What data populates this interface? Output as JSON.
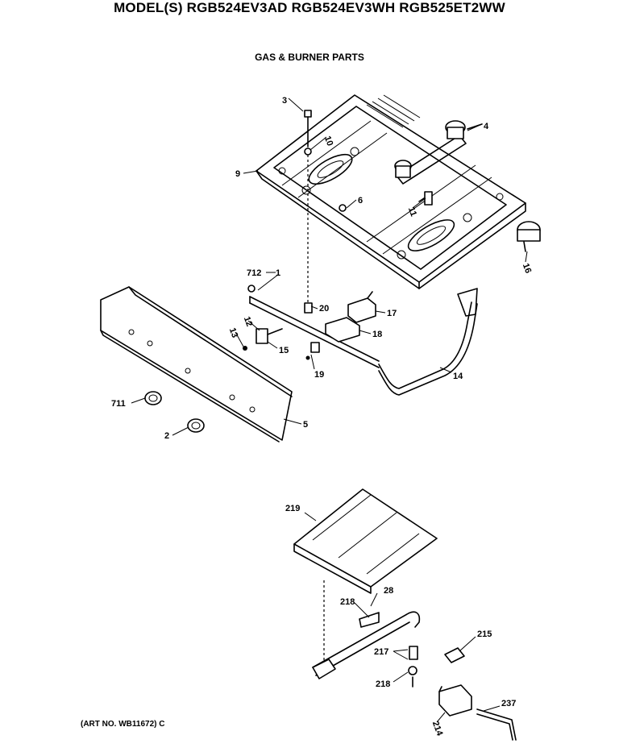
{
  "header": {
    "title": "MODEL(S) RGB524EV3AD  RGB524EV3WH  RGB525ET2WW",
    "subtitle": "GAS & BURNER PARTS"
  },
  "footer": {
    "art_no": "(ART NO. WB11672) C"
  },
  "callouts": {
    "c3": "3",
    "c4": "4",
    "c10": "10",
    "c9": "9",
    "c6": "6",
    "c11": "11",
    "c16": "16",
    "c712": "712",
    "c1": "1",
    "c20": "20",
    "c17": "17",
    "c12": "12",
    "c13": "13",
    "c15": "15",
    "c18": "18",
    "c19": "19",
    "c14": "14",
    "c711": "711",
    "c2": "2",
    "c5": "5",
    "c219": "219",
    "c28": "28",
    "c218a": "218",
    "c217": "217",
    "c215": "215",
    "c218b": "218",
    "c237": "237",
    "c214": "214"
  }
}
